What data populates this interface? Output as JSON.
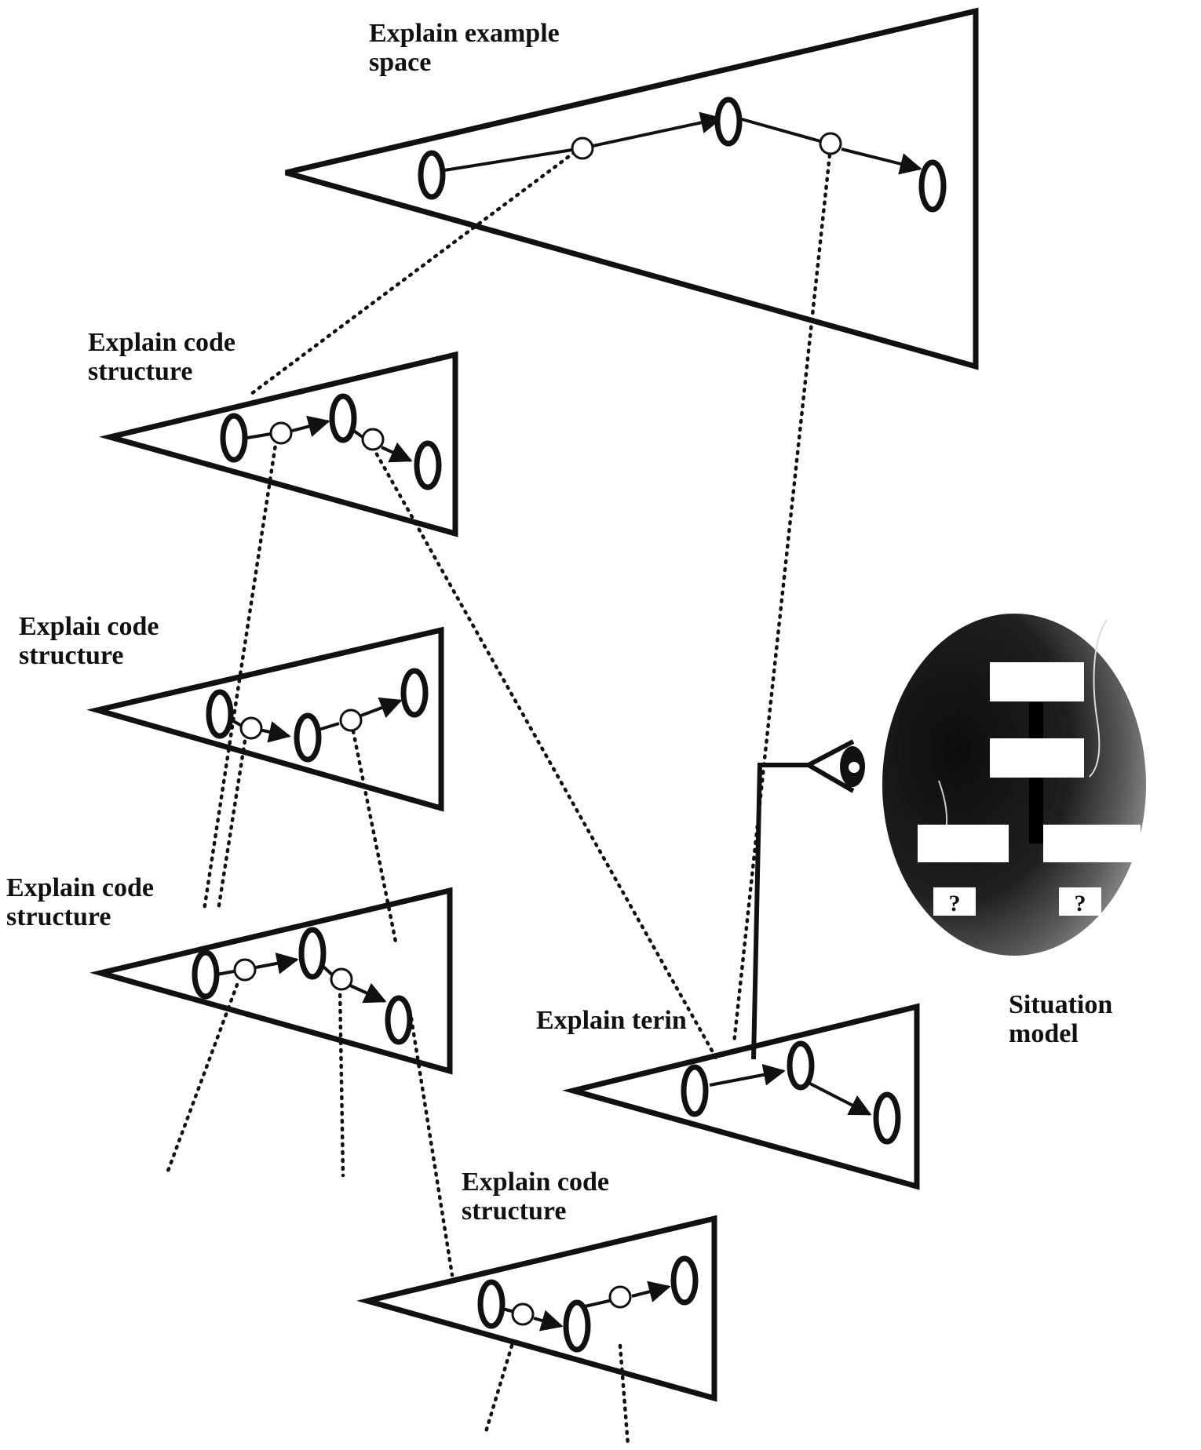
{
  "labels": {
    "example_space": "Explain example\nspace",
    "code_structure_1": "Explain code\nstructure",
    "code_structure_2": "Explaiı code\nstructure",
    "code_structure_3": "Explain code\nstructure",
    "code_structure_4": "Explain code\nstructure",
    "term": "Explain terin",
    "situation_model": "Situation\nmodel"
  },
  "situation_model_marks": [
    "?",
    "?"
  ],
  "colors": {
    "ink": "#111111",
    "paper": "#ffffff",
    "circle_dark": "#1a1a1a"
  },
  "icons": [
    "eye-icon"
  ]
}
